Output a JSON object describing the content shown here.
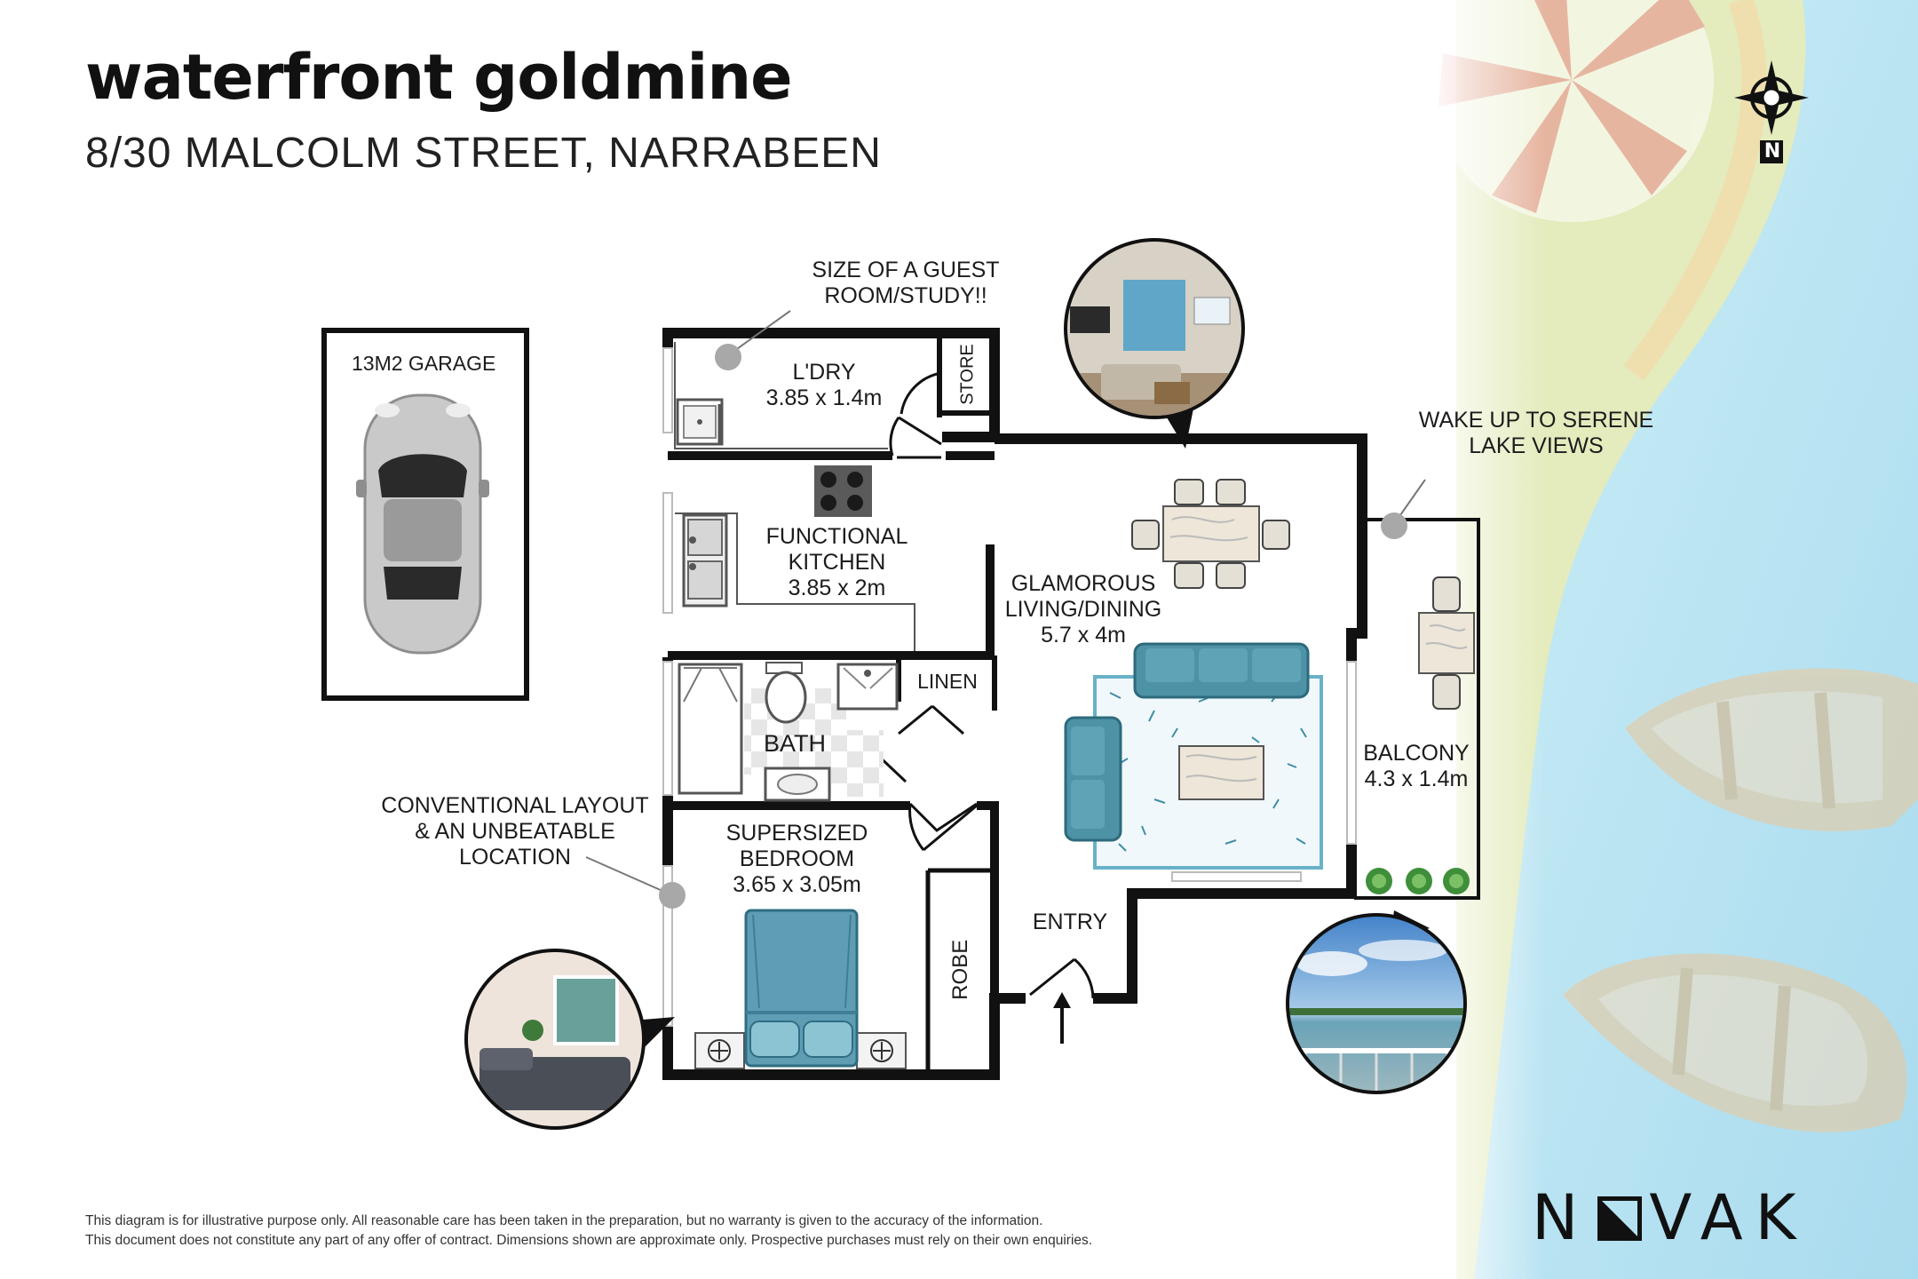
{
  "header": {
    "title": "waterfront goldmine",
    "address": "8/30 MALCOLM STREET, NARRABEEN"
  },
  "compass": {
    "letter": "N",
    "icon": "compass-icon"
  },
  "rooms": {
    "garage": {
      "name": "13M2 GARAGE"
    },
    "laundry": {
      "name": "L'DRY",
      "size": "3.85 x 1.4m"
    },
    "store": {
      "name": "STORE"
    },
    "kitchen": {
      "name1": "FUNCTIONAL",
      "name2": "KITCHEN",
      "size": "3.85 x 2m"
    },
    "living": {
      "name1": "GLAMOROUS",
      "name2": "LIVING/DINING",
      "size": "5.7 x 4m"
    },
    "linen": {
      "name": "LINEN"
    },
    "bath": {
      "name": "BATH"
    },
    "bedroom": {
      "name1": "SUPERSIZED",
      "name2": "BEDROOM",
      "size": "3.65 x 3.05m"
    },
    "robe": {
      "name": "ROBE"
    },
    "entry": {
      "name": "ENTRY"
    },
    "balcony": {
      "name": "BALCONY",
      "size": "4.3 x 1.4m"
    }
  },
  "callouts": {
    "study": {
      "line1": "SIZE OF A GUEST",
      "line2": "ROOM/STUDY!!"
    },
    "lake": {
      "line1": "WAKE UP TO SERENE",
      "line2": "LAKE VIEWS"
    },
    "layout": {
      "line1": "CONVENTIONAL LAYOUT",
      "line2": "& AN UNBEATABLE",
      "line3": "LOCATION"
    }
  },
  "disclaimer": {
    "line1": "This diagram is for illustrative purpose only. All reasonable care has been taken in the preparation, but no warranty is given to the accuracy of the information.",
    "line2": "This document does not constitute any part of any offer of contract. Dimensions shown are approximate only. Prospective purchases must rely on their own enquiries."
  },
  "brand": {
    "left": "N",
    "right": "VAK"
  },
  "colors": {
    "wall": "#111111",
    "teal": "#3f8ea6",
    "sand": "#e3e9b8",
    "water": "#b8e2f0",
    "boat": "#e9d3b0"
  }
}
